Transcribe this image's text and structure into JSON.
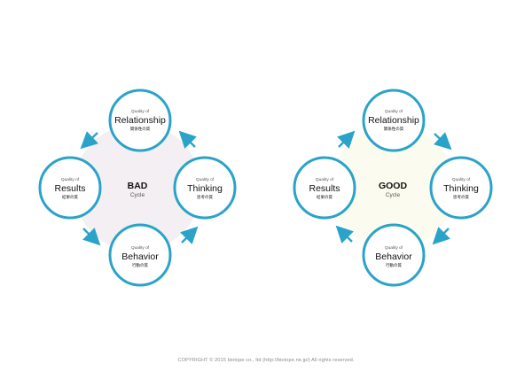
{
  "colors": {
    "ring": "#2ba3c9",
    "arrow": "#2ba3c9",
    "bad_fill": "#f4eff2",
    "good_fill": "#fbfcef",
    "text": "#111111",
    "muted": "#555555"
  },
  "diagrams": [
    {
      "id": "bad",
      "center_title": "BAD",
      "center_subtitle": "Cycle",
      "nodes": [
        {
          "key": "relationship",
          "small": "Quality of",
          "main": "Relationship",
          "jp": "関係性の質"
        },
        {
          "key": "thinking",
          "small": "Quality of",
          "main": "Thinking",
          "jp": "思考の質"
        },
        {
          "key": "behavior",
          "small": "Quality of",
          "main": "Behavior",
          "jp": "行動の質"
        },
        {
          "key": "results",
          "small": "Quality of",
          "main": "Results",
          "jp": "結果の質"
        }
      ]
    },
    {
      "id": "good",
      "center_title": "GOOD",
      "center_subtitle": "Cycle",
      "nodes": [
        {
          "key": "relationship",
          "small": "Quality of",
          "main": "Relationship",
          "jp": "関係性の質"
        },
        {
          "key": "thinking",
          "small": "Quality of",
          "main": "Thinking",
          "jp": "思考の質"
        },
        {
          "key": "behavior",
          "small": "Quality of",
          "main": "Behavior",
          "jp": "行動の質"
        },
        {
          "key": "results",
          "small": "Quality of",
          "main": "Results",
          "jp": "結果の質"
        }
      ]
    }
  ],
  "copyright": "COPYRIGHT © 2015 biotope co., ltd (http://biotope.ne.jp/) All rights reserved."
}
